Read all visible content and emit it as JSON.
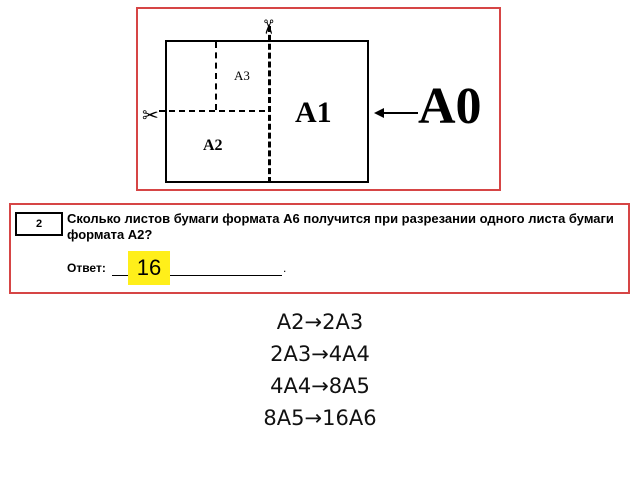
{
  "figure": {
    "label_a3": "A3",
    "label_a2": "A2",
    "label_a1": "A1",
    "label_a0": "A0"
  },
  "task": {
    "number": "2",
    "question": "Сколько листов бумаги формата A6 получится при разрезании одного листа бумаги формата A2?",
    "answer_label": "Ответ:",
    "answer_value": "16",
    "answer_end": "."
  },
  "solution_steps": [
    "A2→2A3",
    "2A3→4A4",
    "4A4→8A5",
    "8A5→16A6"
  ],
  "colors": {
    "frame": "#d64545",
    "highlight": "#ffef1a"
  }
}
